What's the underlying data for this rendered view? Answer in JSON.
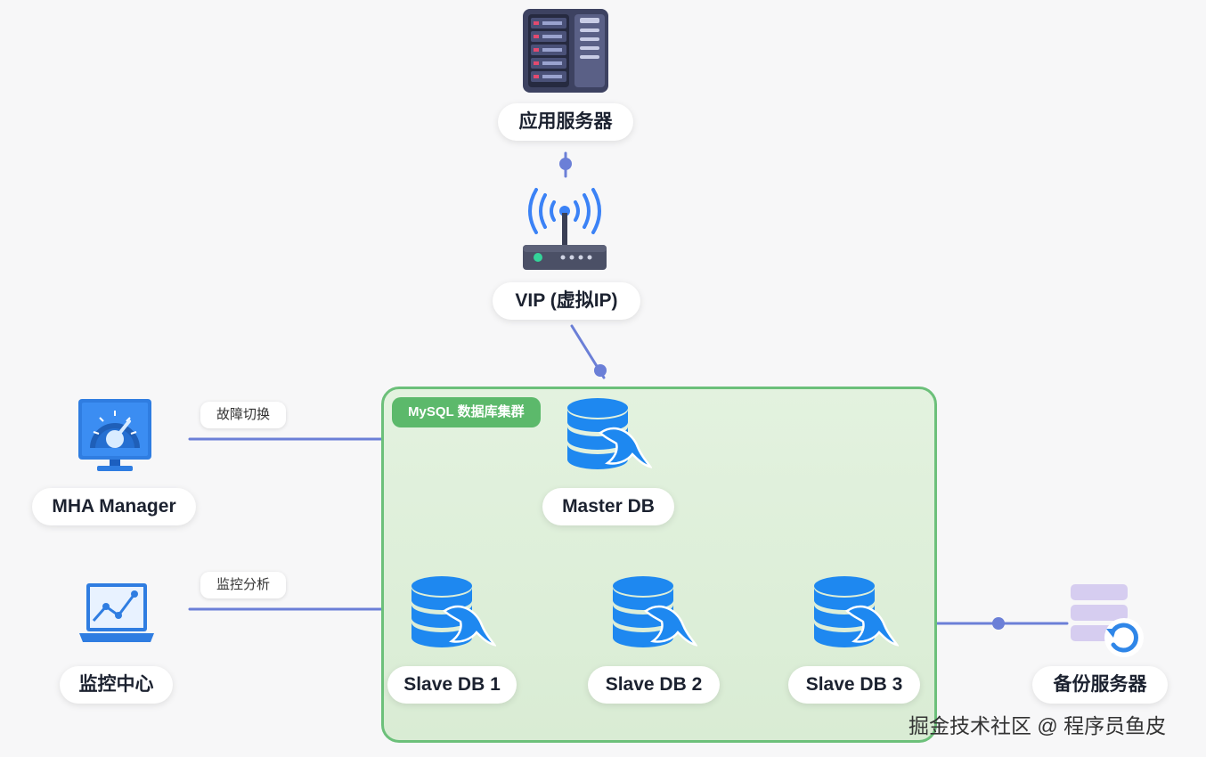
{
  "nodes": {
    "app_server": {
      "label": "应用服务器",
      "icon": "server-rack-icon"
    },
    "vip": {
      "label": "VIP (虚拟IP)",
      "icon": "wifi-router-icon"
    },
    "mha_manager": {
      "label": "MHA Manager",
      "icon": "dashboard-monitor-icon"
    },
    "monitor_center": {
      "label": "监控中心",
      "icon": "laptop-chart-icon"
    },
    "master_db": {
      "label": "Master DB",
      "icon": "mysql-database-icon"
    },
    "slave_db_1": {
      "label": "Slave DB 1",
      "icon": "mysql-database-icon"
    },
    "slave_db_2": {
      "label": "Slave DB 2",
      "icon": "mysql-database-icon"
    },
    "slave_db_3": {
      "label": "Slave DB 3",
      "icon": "mysql-database-icon"
    },
    "backup_server": {
      "label": "备份服务器",
      "icon": "database-restore-icon"
    }
  },
  "cluster": {
    "label": "MySQL 数据库集群"
  },
  "edges": {
    "failover": {
      "label": "故障切换"
    },
    "monitoring": {
      "label": "监控分析"
    }
  },
  "watermark": "掘金技术社区 @ 程序员鱼皮",
  "colors": {
    "edge": "#6b7fd7",
    "db_blue": "#1e88f0",
    "cluster_border": "#6cc07a",
    "cluster_tag": "#5cb96b"
  }
}
